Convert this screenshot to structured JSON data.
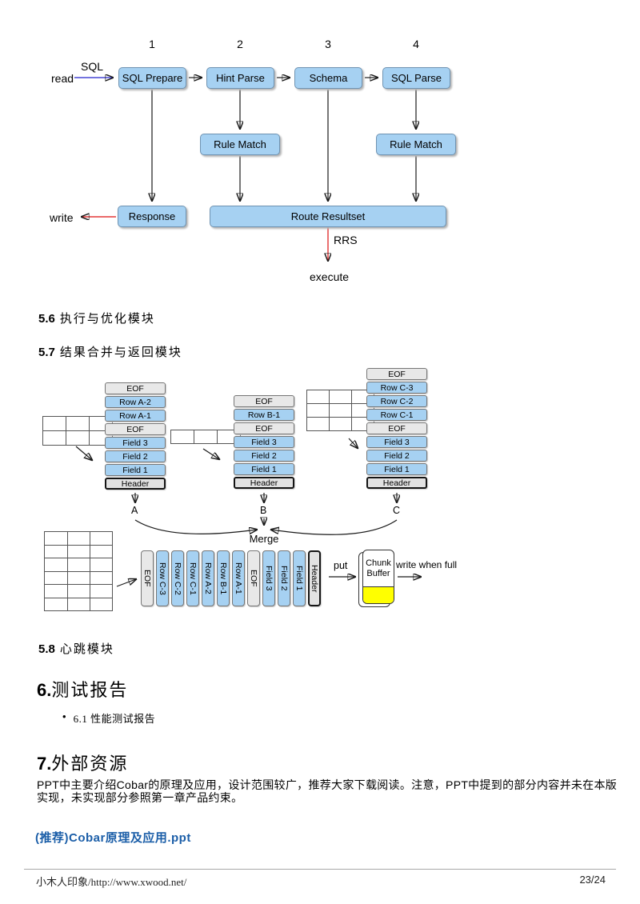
{
  "flow_diagram": {
    "step_numbers": [
      "1",
      "2",
      "3",
      "4"
    ],
    "read_label": "read",
    "sql_label": "SQL",
    "write_label": "write",
    "rrs_label": "RRS",
    "execute_label": "execute",
    "boxes": {
      "sql_prepare": "SQL Prepare",
      "hint_parse": "Hint Parse",
      "schema": "Schema",
      "sql_parse": "SQL Parse",
      "rule_match_left": "Rule Match",
      "rule_match_right": "Rule Match",
      "response": "Response",
      "route_resultset": "Route Resultset"
    }
  },
  "sections": {
    "s56": {
      "num": "5.6",
      "title": "执行与优化模块"
    },
    "s57": {
      "num": "5.7",
      "title": "结果合并与返回模块"
    },
    "s58": {
      "num": "5.8",
      "title": "心跳模块"
    },
    "s6": {
      "num": "6.",
      "title": "测试报告"
    },
    "s6_bullet": "6.1 性能测试报告",
    "s7": {
      "num": "7.",
      "title": "外部资源"
    },
    "s7_paragraph": "PPT中主要介绍Cobar的原理及应用，设计范围较广，推荐大家下载阅读。注意，PPT中提到的部分内容并未在本版实现，未实现部分参照第一章产品约束。",
    "link": "(推荐)Cobar原理及应用.ppt"
  },
  "merge_diagram": {
    "stack_a": {
      "label": "A",
      "rows": [
        "EOF",
        "Row A-2",
        "Row A-1",
        "EOF",
        "Field 3",
        "Field 2",
        "Field 1",
        "Header"
      ]
    },
    "stack_b": {
      "label": "B",
      "rows": [
        "EOF",
        "Row B-1",
        "EOF",
        "Field 3",
        "Field 2",
        "Field 1",
        "Header"
      ]
    },
    "stack_c": {
      "label": "C",
      "rows": [
        "EOF",
        "Row C-3",
        "Row C-2",
        "Row C-1",
        "EOF",
        "Field 3",
        "Field 2",
        "Field 1",
        "Header"
      ]
    },
    "merge_label": "Merge",
    "merged_row": [
      "EOF",
      "Row C-3",
      "Row C-2",
      "Row C-1",
      "Row A-2",
      "Row B-1",
      "Row A-1",
      "EOF",
      "Field 3",
      "Field 2",
      "Field 1",
      "Header"
    ],
    "put_label": "put",
    "chunk_buffer_label": "Chunk Buffer",
    "write_when_full_label": "write when full"
  },
  "page": {
    "footer_left": "小木人印象/http://www.xwood.net/",
    "footer_right": "23/24"
  },
  "colors": {
    "box_blue": "#a6d1f2",
    "box_gray": "#e8e8e8",
    "buffer_yellow": "#ffff00",
    "link_blue": "#1b5ea8",
    "arrow_red": "#dd1111",
    "arrow_blue": "#2222cc"
  }
}
